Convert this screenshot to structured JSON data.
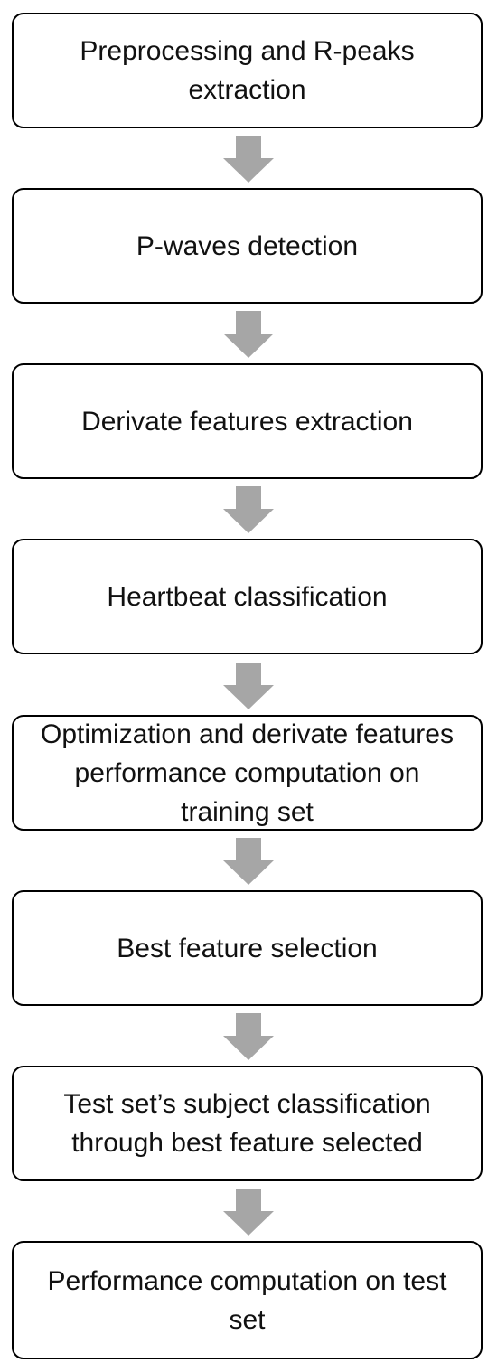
{
  "steps": [
    {
      "label": "Preprocessing and R-peaks extraction"
    },
    {
      "label": "P-waves detection"
    },
    {
      "label": "Derivate features extraction"
    },
    {
      "label": "Heartbeat classification"
    },
    {
      "label": "Optimization and derivate features performance computation on training set"
    },
    {
      "label": "Best feature selection"
    },
    {
      "label": "Test set’s subject classification through best feature selected"
    },
    {
      "label": "Performance computation on test set"
    }
  ],
  "colors": {
    "box_border": "#000000",
    "box_fill": "#ffffff",
    "arrow": "#a6a6a6",
    "text": "#111111"
  }
}
